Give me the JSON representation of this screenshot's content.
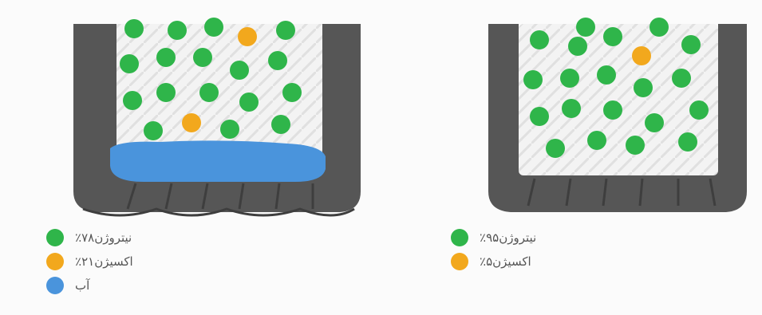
{
  "colors": {
    "nitrogen": "#2fb54a",
    "oxygen": "#f2a81d",
    "water": "#4a94dc",
    "tire": "#565656",
    "air": "#ececec"
  },
  "icons": {
    "nitrogen": "green-circle",
    "oxygen": "orange-circle",
    "water": "blue-circle"
  },
  "left_panel": {
    "legend": [
      {
        "key": "nitrogen",
        "label": "نیتروژن۷۸٪"
      },
      {
        "key": "oxygen",
        "label": "اکسیژن۲۱٪"
      },
      {
        "key": "water",
        "label": "آب"
      }
    ]
  },
  "right_panel": {
    "legend": [
      {
        "key": "nitrogen",
        "label": "نیتروژن۹۵٪"
      },
      {
        "key": "oxygen",
        "label": "اکسیژن۵٪"
      }
    ]
  }
}
